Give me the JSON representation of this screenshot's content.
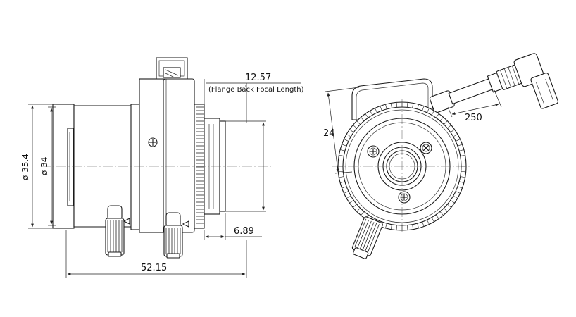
{
  "dimensions": {
    "flange_back": "12.57",
    "flange_back_note": "(Flange Back Focal Length)",
    "outer_diameter": "ø 35.4",
    "inner_diameter": "ø 34",
    "mount_depth": "6.89",
    "total_length": "52.15",
    "height_offset": "24",
    "cable_length": "250"
  },
  "colors": {
    "line": "#1a1a1a",
    "background": "#ffffff"
  }
}
